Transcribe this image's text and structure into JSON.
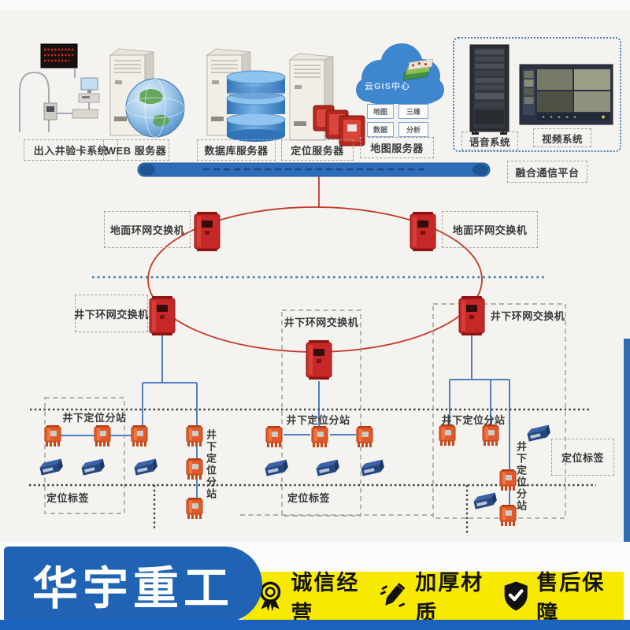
{
  "top_systems": {
    "entry": {
      "label": "出入井验卡系统"
    },
    "web": {
      "label": "WEB 服务器"
    },
    "database": {
      "label": "数据库服务器"
    },
    "positioning": {
      "label": "定位服务器"
    },
    "map": {
      "label": "地图服务器",
      "cloud_text": "云GIS中心",
      "modules": [
        "地图",
        "三维",
        "数据",
        "分析"
      ]
    },
    "voice": {
      "label": "语音系统"
    },
    "video": {
      "label": "视频系统"
    },
    "fusion": {
      "label": "融合通信平台"
    }
  },
  "network": {
    "ground_switch_left": "地面环网交换机",
    "ground_switch_right": "地面环网交换机",
    "ug_switch_left": "井下环网交换机",
    "ug_switch_center": "井下环网交换机",
    "ug_switch_right": "井下环网交换机"
  },
  "underground": {
    "substation_left": "井下定位分站",
    "substation_center": "井下定位分站",
    "substation_right": "井下定位分站",
    "substation_vertical_left": "井下定位分站",
    "substation_vertical_right": "井下定位分站",
    "tags_left": "定位标签",
    "tags_center": "定位标签",
    "tags_right": "定位标签"
  },
  "banner": {
    "brand": "华宇重工",
    "badges": [
      {
        "icon": "medal-icon",
        "label": "诚信经营"
      },
      {
        "icon": "pencil-icon",
        "label": "加厚材质"
      },
      {
        "icon": "shield-icon",
        "label": "售后保障"
      }
    ],
    "colors": {
      "brand_blue": "#2063b4",
      "yellow": "#f8e900",
      "bottom_strip": "#1c63bd",
      "ring_red": "#c13a2c",
      "device_red": "#c62828",
      "substation_orange": "#e2592a",
      "tag_navy": "#25477f",
      "line_blue": "#4f80c1",
      "backbone_blue": "#2e6db8"
    }
  }
}
